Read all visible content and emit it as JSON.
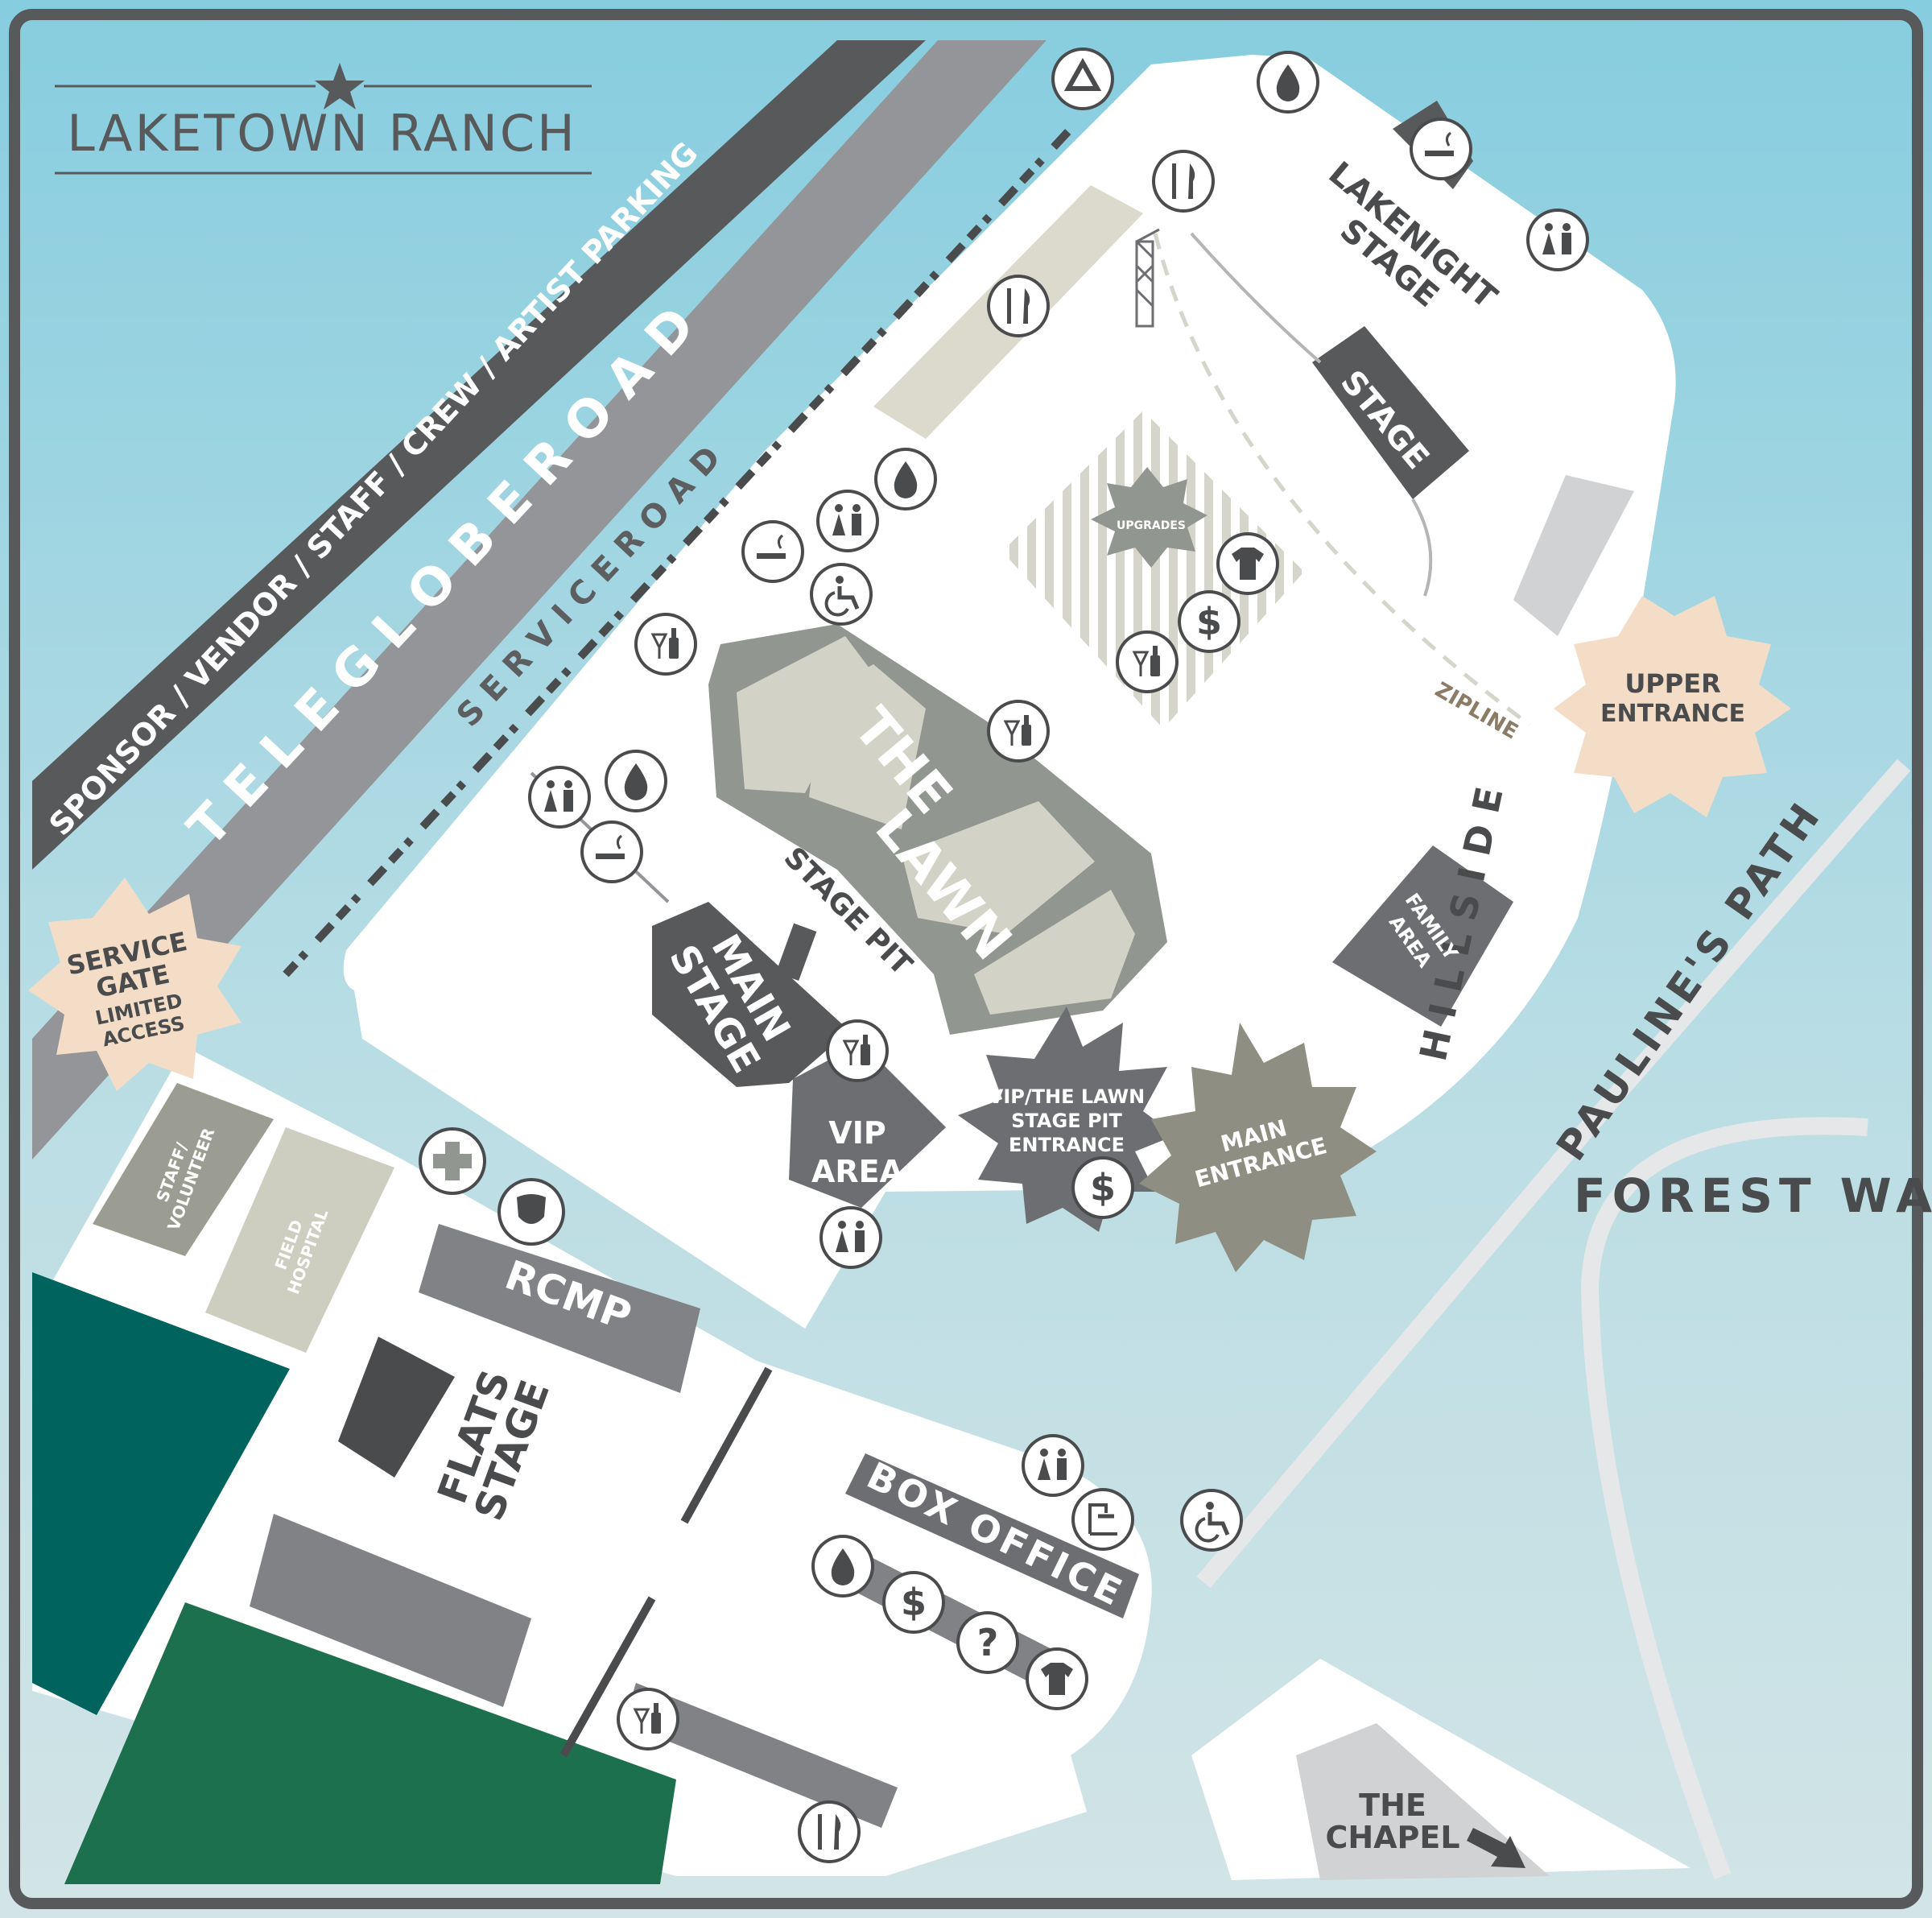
{
  "title": "LAKETOWN RANCH",
  "colors": {
    "water_top": "#88cfe0",
    "water_bottom": "#cfe3e6",
    "ground": "#ffffff",
    "border": "#58595b",
    "road_dark": "#58595b",
    "road_mid": "#939598",
    "dark_green": "#00635e",
    "green": "#1c704e",
    "accent_peach": "#f6ddc8",
    "lawn": "#929690"
  },
  "roads": {
    "parking": "SPONSOR / VENDOR / STAFF / CREW / ARTIST PARKING",
    "telegloge": "T E L E G L O B E   R O A D",
    "service": "S E R V I C E   R O A D",
    "paulines": "PAULINE'S PATH",
    "forest": "FOREST WAY"
  },
  "areas": {
    "lakenight": [
      "LAKENIGHT",
      "STAGE"
    ],
    "stage": "STAGE",
    "upgrades": "UPGRADES",
    "zipline": "ZIPLINE",
    "lawn": [
      "THE",
      "LAWN"
    ],
    "stage_pit": "STAGE PIT",
    "main_stage": [
      "MAIN",
      "STAGE"
    ],
    "vip_area": [
      "VIP",
      "AREA"
    ],
    "vip_entrance": [
      "VIP/THE LAWN",
      "STAGE PIT",
      "ENTRANCE"
    ],
    "main_entrance": [
      "MAIN",
      "ENTRANCE"
    ],
    "upper_entrance": [
      "UPPER",
      "ENTRANCE"
    ],
    "hillside": "HILLSIDE",
    "family_area": [
      "FAMILY",
      "AREA"
    ],
    "service_gate": [
      "SERVICE",
      "GATE",
      "LIMITED",
      "ACCESS"
    ],
    "staff_volunteer": [
      "STAFF/",
      "VOLUNTEER"
    ],
    "field_hospital": [
      "FIELD",
      "HOSPITAL"
    ],
    "rcmp": "RCMP",
    "flats_stage": [
      "FLATS",
      "STAGE"
    ],
    "box_office": "BOX OFFICE",
    "chapel": [
      "THE",
      "CHAPEL"
    ]
  },
  "icons": {
    "recycling": "recycling-icon",
    "water": "water-drop-icon",
    "smoking": "smoking-area-icon",
    "food": "food-icon",
    "washrooms": "washroom-icon",
    "bar": "bar-icon",
    "accessible": "accessible-icon",
    "merch": "merchandise-icon",
    "atm": "atm-icon",
    "info": "info-icon",
    "first_aid": "first-aid-icon",
    "security": "security-icon",
    "shower": "shower-icon"
  },
  "glyphs": {
    "atm": "$",
    "info": "?"
  }
}
